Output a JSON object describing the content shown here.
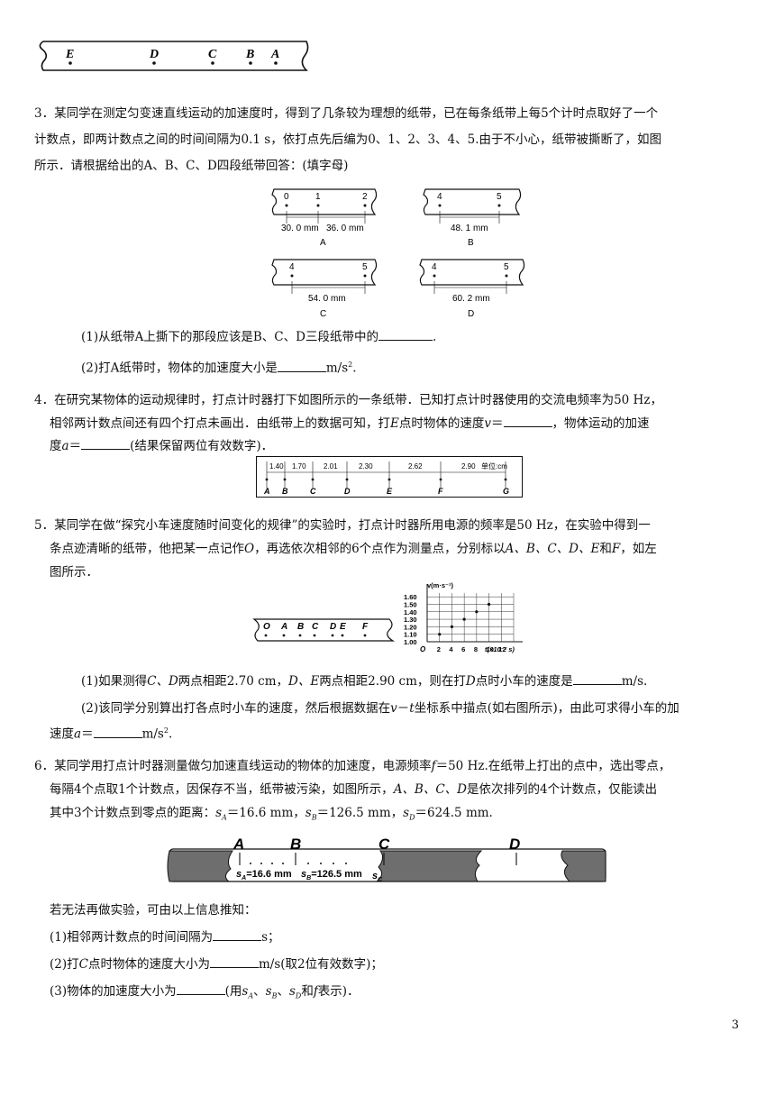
{
  "top_tape": {
    "labels": [
      "E",
      "D",
      "C",
      "B",
      "A"
    ]
  },
  "q3": {
    "line1": "3．某同学在测定匀变速直线运动的加速度时，得到了几条较为理想的纸带，已在每条纸带上每5个计时点取好了一个",
    "line2": "计数点，即两计数点之间的时间间隔为0.1 s，依打点先后编为0、1、2、3、4、5.由于不小心，纸带被撕断了，如图",
    "line3": "所示．请根据给出的A、B、C、D四段纸带回答：(填字母)",
    "tapes": {
      "A": {
        "ticks": [
          "0",
          "1",
          "2"
        ],
        "dims": [
          "30. 0 mm",
          "36. 0 mm"
        ],
        "name": "A"
      },
      "B": {
        "ticks": [
          "4",
          "5"
        ],
        "dims": [
          "48. 1 mm"
        ],
        "name": "B"
      },
      "C": {
        "ticks": [
          "4",
          "5"
        ],
        "dims": [
          "54. 0 mm"
        ],
        "name": "C"
      },
      "D": {
        "ticks": [
          "4",
          "5"
        ],
        "dims": [
          "60. 2 mm"
        ],
        "name": "D"
      }
    },
    "sub1": "(1)从纸带A上撕下的那段应该是B、C、D三段纸带中的",
    "sub1_end": ".",
    "sub2": "(2)打A纸带时，物体的加速度大小是",
    "sub2_unit": "m/s",
    "sub2_exp": "2",
    "sub2_end": "."
  },
  "q4": {
    "line1": "4．在研究某物体的运动规律时，打点计时器打下如图所示的一条纸带．已知打点计时器使用的交流电频率为50 Hz，",
    "line2": "相邻两计数点间还有四个打点未画出．由纸带上的数据可知，打",
    "line2_var": "E",
    "line2b": "点时物体的速度",
    "line2_v": "v",
    "line2c": "＝",
    "line2d": "，物体运动的加速",
    "line3a": "度",
    "line3_a": "a",
    "line3b": "＝",
    "line3c": "(结果保留两位有效数字)．",
    "tape": {
      "distances": [
        "1.40",
        "1.70",
        "2.01",
        "2.30",
        "2.62",
        "2.90"
      ],
      "unit": "单位:cm",
      "points": [
        "A",
        "B",
        "C",
        "D",
        "E",
        "F",
        "G"
      ]
    }
  },
  "q5": {
    "line1": "5．某同学在做“探究小车速度随时间变化的规律”的实验时，打点计时器所用电源的频率是50 Hz，在实验中得到一",
    "line2a": "条点迹清晰的纸带，他把某一点记作",
    "line2_O": "O",
    "line2b": "，再选依次相邻的6个点作为测量点，分别标以",
    "line2_pts": "A、B、C、D、E",
    "line2c": "和",
    "line2_F": "F",
    "line2d": "，如左",
    "line3": "图所示．",
    "tape_labels": [
      "O",
      "A",
      "B",
      "C",
      "D",
      "E",
      "F"
    ],
    "sub1a": "(1)如果测得",
    "sub1_CD": "C、D",
    "sub1b": "两点相距2.70 cm，",
    "sub1_DE": "D、E",
    "sub1c": "两点相距2.90 cm，则在打",
    "sub1_D": "D",
    "sub1d": "点时小车的速度是",
    "sub1_unit": "m/s.",
    "sub2a": "(2)该同学分别算出打各点时小车的速度，然后根据数据在",
    "sub2_v": "v",
    "sub2b": "－",
    "sub2_t": "t",
    "sub2c": "坐标系中描点(如右图所示)，由此可求得小车的加",
    "sub3a": "速度",
    "sub3_a": "a",
    "sub3b": "＝",
    "sub3_unit": "m/s",
    "sub3_exp": "2",
    "sub3_end": "."
  },
  "chart_data": {
    "type": "scatter",
    "xlabel": "t(×10⁻² s)",
    "ylabel": "v(m·s⁻¹)",
    "origin_label": "O",
    "x_ticks": [
      "2",
      "4",
      "6",
      "8",
      "10",
      "12"
    ],
    "y_ticks": [
      "1.00",
      "1.10",
      "1.20",
      "1.30",
      "1.40",
      "1.50",
      "1.60"
    ],
    "xlim": [
      0,
      14
    ],
    "ylim": [
      1.0,
      1.65
    ],
    "grid": true,
    "x": [
      2,
      4,
      6,
      8,
      10
    ],
    "y": [
      1.1,
      1.2,
      1.3,
      1.4,
      1.5
    ]
  },
  "q6": {
    "line1a": "6．某同学用打点计时器测量做匀加速直线运动的物体的加速度，电源频率",
    "line1_f": "f",
    "line1b": "＝50 Hz.在纸带上打出的点中，选出零点，",
    "line2a": "每隔4个点取1个计数点，因保存不当，纸带被污染，如图所示，",
    "line2_pts": "A、B、C、D",
    "line2b": "是依次排列的4个计数点，仅能读出",
    "line3a": "其中3个计数点到零点的距离：",
    "sA": "s",
    "sA_sub": "A",
    "sA_val": "＝16.6 mm，",
    "sB": "s",
    "sB_sub": "B",
    "sB_val": "＝126.5 mm，",
    "sD": "s",
    "sD_sub": "D",
    "sD_val": "＝624.5 mm.",
    "tape_labels": [
      "A",
      "B",
      "C",
      "D"
    ],
    "tape_dims": [
      {
        "s": "s",
        "sub": "A",
        "val": "=16.6 mm"
      },
      {
        "s": "s",
        "sub": "B",
        "val": "=126.5 mm"
      },
      {
        "s": "s",
        "sub": "C",
        "val": ""
      },
      {
        "s": "s",
        "sub": "D",
        "val": "=624.5 mm"
      }
    ],
    "intro": "若无法再做实验，可由以上信息推知：",
    "sub1a": "(1)相邻两计数点的时间间隔为",
    "sub1b": "s；",
    "sub2a": "(2)打",
    "sub2_C": "C",
    "sub2b": "点时物体的速度大小为",
    "sub2c": "m/s(取2位有效数字)；",
    "sub3a": "(3)物体的加速度大小为",
    "sub3b": "(用",
    "sub3_sA": "s",
    "sub3_sA_sub": "A",
    "sub3_sep1": "、",
    "sub3_sB": "s",
    "sub3_sB_sub": "B",
    "sub3_sep2": "、",
    "sub3_sD": "s",
    "sub3_sD_sub": "D",
    "sub3c": "和",
    "sub3_f": "f",
    "sub3d": "表示)．"
  },
  "page_number": "3"
}
